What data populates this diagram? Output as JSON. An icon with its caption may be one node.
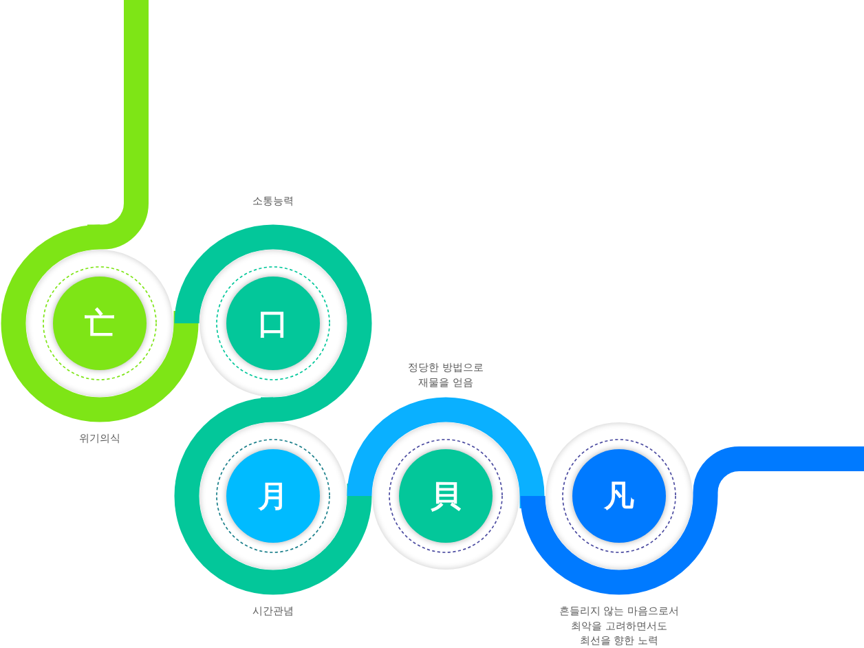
{
  "diagram": {
    "nodes": [
      {
        "text": [
          "亡"
        ],
        "beside": [
          "위기의식"
        ]
      },
      {
        "text": [
          "口"
        ]
      },
      {
        "text": [
          "月"
        ],
        "beside": [
          "시간관념"
        ]
      },
      {
        "text": [
          "貝"
        ],
        "beside": [
          "정당한 방법으로 재물을 얻음"
        ]
      },
      {
        "text": [
          "凡"
        ],
        "beside": [
          "흔들리지 않는 마음으로서 최악을 고려하면서도 최선을 향한 노력"
        ]
      }
    ],
    "edges": [
      {
        "from": null,
        "to": 0,
        "arrow": "none",
        "color": "#7ee516"
      },
      {
        "from": 0,
        "to": 1,
        "arrow": "none",
        "color": "#7ee516"
      },
      {
        "from": 1,
        "to": 2,
        "arrow": "none",
        "color": "#03c79a"
      },
      {
        "from": 2,
        "to": 3,
        "arrow": "none",
        "color": "#03c79a"
      },
      {
        "from": 3,
        "to": 4,
        "arrow": "none",
        "color": "#0ab0ff"
      },
      {
        "from": 4,
        "to": null,
        "arrow": "none",
        "color": "#007aff"
      }
    ],
    "labels": [
      "소통능력"
    ]
  }
}
